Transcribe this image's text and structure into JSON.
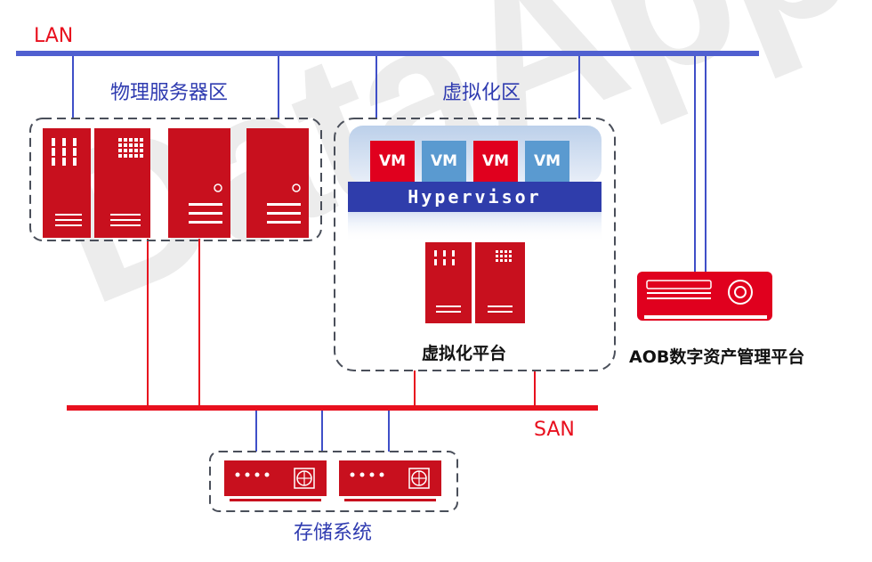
{
  "labels": {
    "lan": "LAN",
    "san": "SAN",
    "physical_zone": "物理服务器区",
    "virtual_zone": "虚拟化区",
    "virtualization_platform": "虚拟化平台",
    "aob_platform": "AOB数字资产管理平台",
    "storage_system": "存储系统"
  },
  "vms": [
    {
      "label": "VM",
      "color": "red"
    },
    {
      "label": "VM",
      "color": "blue"
    },
    {
      "label": "VM",
      "color": "red"
    },
    {
      "label": "VM",
      "color": "blue"
    }
  ],
  "hypervisor": "Hypervisor",
  "watermark": "DataApp",
  "colors": {
    "lan_line": "#5060d0",
    "san_line": "#e8101e",
    "device_red": "#c8101e",
    "zone_label": "#2f3bb0",
    "hypervisor_bar": "#2f3dab",
    "vm_red": "#e0001e",
    "vm_blue": "#5a9ad0"
  }
}
